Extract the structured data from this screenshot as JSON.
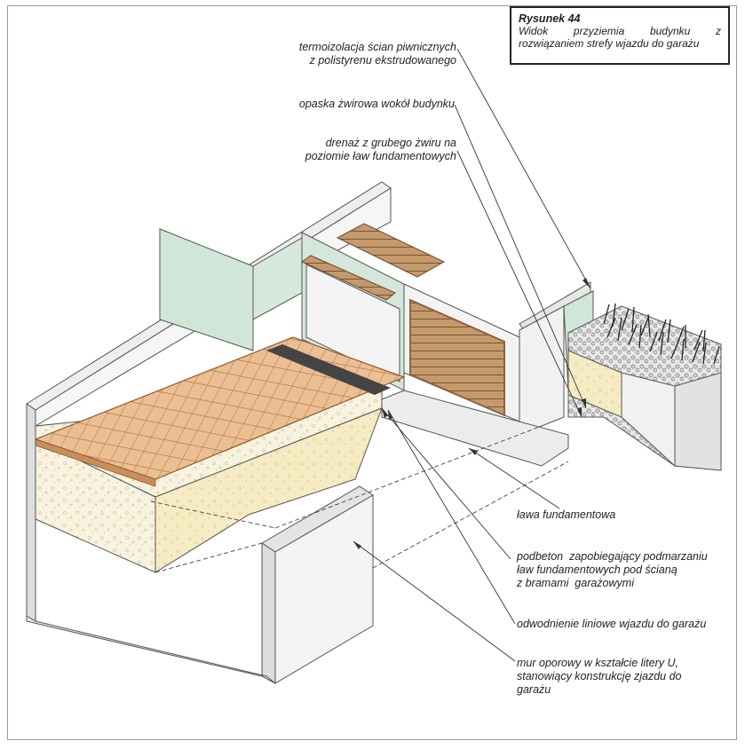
{
  "figure": {
    "title": "Rysunek 44",
    "caption": "Widok przyziemia budynku z rozwiązaniem strefy wjazdu do garażu"
  },
  "labels": {
    "insulation": "termoizolacja ścian piwnicznych\nz polistyrenu ekstrudowanego",
    "gravel_band": "opaska żwirowa wokół budynku",
    "drainage": "drenaż z grubego żwiru na\npoziomie ław fundamentowych",
    "footing": "ława fundamentowa",
    "lean_concrete": "podbeton  zapobiegający podmarzaniu\nław fundamentowych pod ścianą\nz bramami  garażowymi",
    "linear_drain": "odwodnienie liniowe wjazdu do garażu",
    "retaining_wall": "mur oporowy w kształcie litery U,\nstanowiący konstrukcję zjazdu do\ngarażu"
  },
  "colors": {
    "wall_face": "#f2f2f2",
    "wall_side": "#dcdcdc",
    "wall_top": "#e8e8e8",
    "insulation_green": "#cfe6d8",
    "sand_fill": "#f6ecc8",
    "paving": "#e8b98a",
    "paving_grid": "#b07648",
    "timber": "#b58a5a",
    "leader": "#333333"
  }
}
